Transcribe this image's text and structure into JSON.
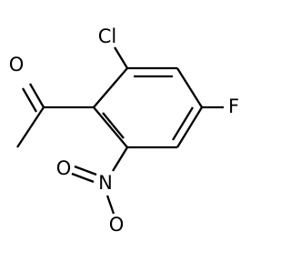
{
  "molecule": {
    "atoms": {
      "chlorine": "Cl",
      "fluorine": "F",
      "nitro_nitrogen": "N",
      "nitro_oxygen_left": "O",
      "nitro_oxygen_bottom": "O",
      "carbonyl_oxygen": "O"
    },
    "colors": {
      "ink": "#000000",
      "background": "#ffffff"
    }
  }
}
